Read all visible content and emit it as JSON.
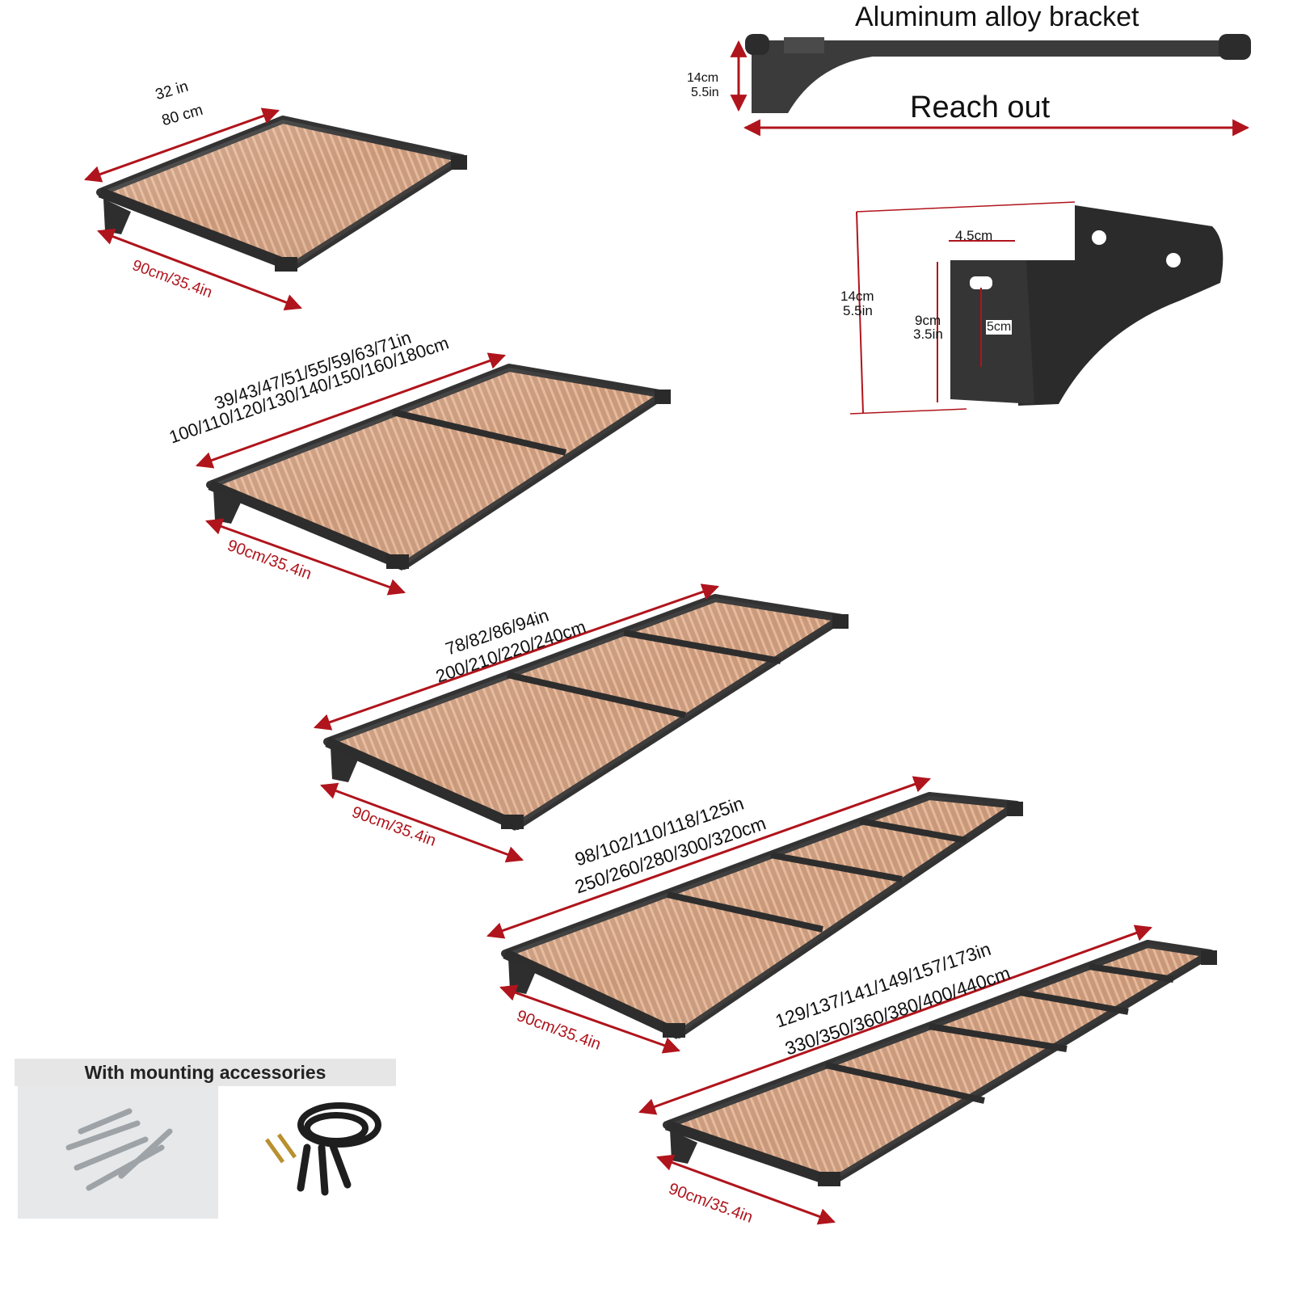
{
  "bracket_top": {
    "title": "Aluminum alloy bracket",
    "height_cm": "14cm",
    "height_in": "5.5in",
    "reach_label": "Reach out"
  },
  "bracket_detail": {
    "height_cm": "14cm",
    "height_in": "5.5in",
    "width_label": "4.5cm",
    "inner_cm": "9cm",
    "inner_in": "3.5in",
    "slot_label": "5cm"
  },
  "canopies": [
    {
      "width_in": "32 in",
      "width_cm": "80 cm",
      "depth": "90cm/35.4in"
    },
    {
      "width_in": "39/43/47/51/55/59/63/71in",
      "width_cm": "100/110/120/130/140/150/160/180cm",
      "depth": "90cm/35.4in"
    },
    {
      "width_in": "78/82/86/94in",
      "width_cm": "200/210/220/240cm",
      "depth": "90cm/35.4in"
    },
    {
      "width_in": "98/102/110/118/125in",
      "width_cm": "250/260/280/300/320cm",
      "depth": "90cm/35.4in"
    },
    {
      "width_in": "129/137/141/149/157/173in",
      "width_cm": "330/350/360/380/400/440cm",
      "depth": "90cm/35.4in"
    }
  ],
  "accessories": {
    "title": "With mounting accessories"
  },
  "colors": {
    "panel": "#c99a78",
    "frame": "#3a3a3a",
    "dimension": "#b0141c"
  }
}
